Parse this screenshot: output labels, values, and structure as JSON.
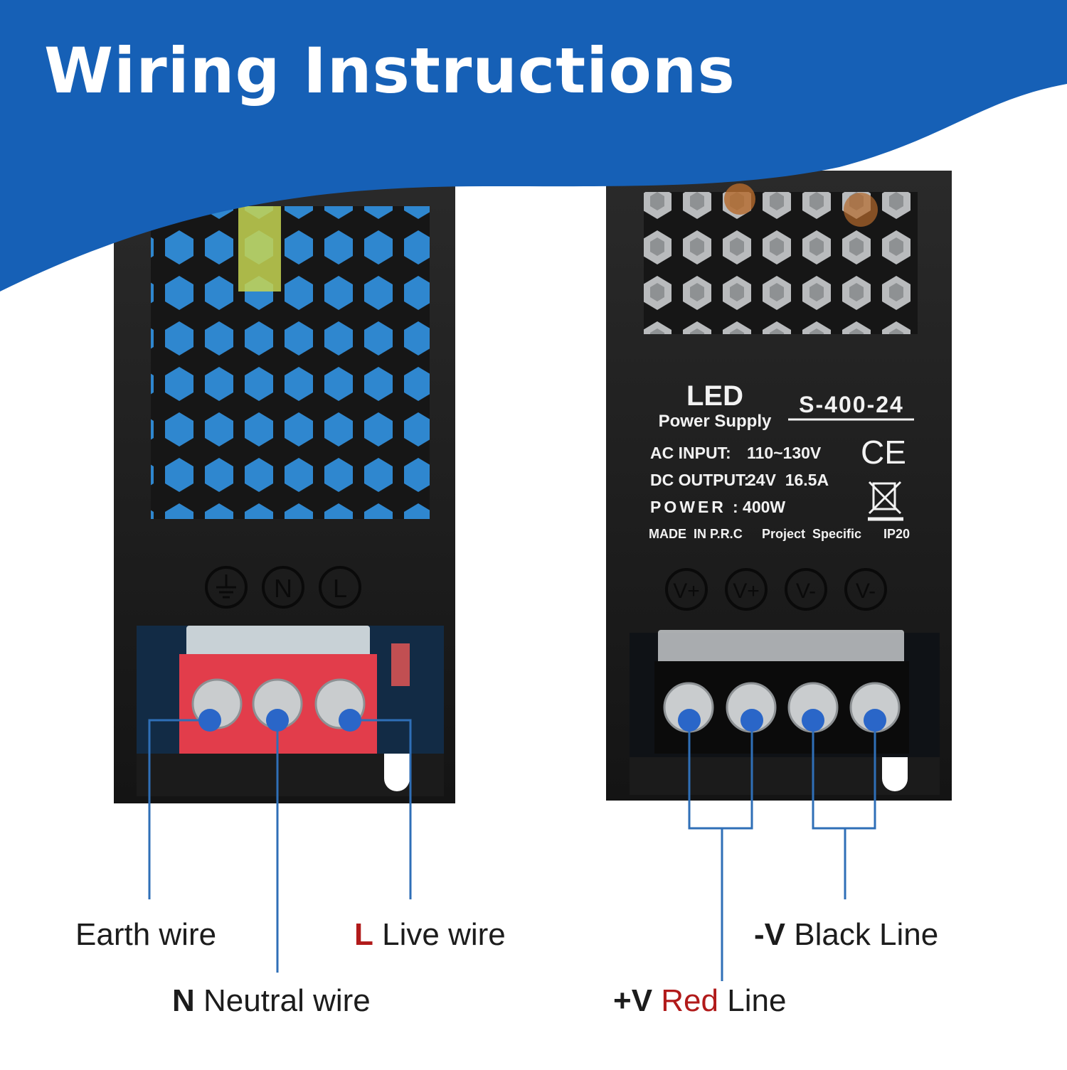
{
  "heading": "Wiring Instructions",
  "colors": {
    "banner": "#1660b6",
    "callout_line": "#2f6fb7",
    "dot": "#2a66c8",
    "accent_red": "#b11a1a"
  },
  "ac_unit": {
    "terminal_symbols": [
      "earth-ground-symbol",
      "N",
      "L"
    ],
    "labels": {
      "earth": "Earth wire",
      "live_prefix": "L",
      "live": "Live wire",
      "neutral_prefix": "N",
      "neutral": "Neutral wire"
    }
  },
  "dc_unit": {
    "product_line1": "LED",
    "product_line2": "Power Supply",
    "model": "S-400-24",
    "ac_input_label": "AC INPUT:",
    "ac_input_value": "110~130V",
    "dc_output_label": "DC OUTPUT:",
    "dc_output_value": "24V  16.5A",
    "power_label": "POWER",
    "power_value": ": 400W",
    "footer_made": "MADE  IN P.R.C",
    "footer_project": "Project  Specific",
    "footer_ip": "IP20",
    "ce_mark": "CE",
    "terminal_symbols": [
      "V+",
      "V+",
      "V-",
      "V-"
    ],
    "labels": {
      "minus_prefix": "-V",
      "minus": "Black Line",
      "plus_prefix": "+V",
      "plus_red": "Red",
      "plus_line": "Line"
    }
  }
}
